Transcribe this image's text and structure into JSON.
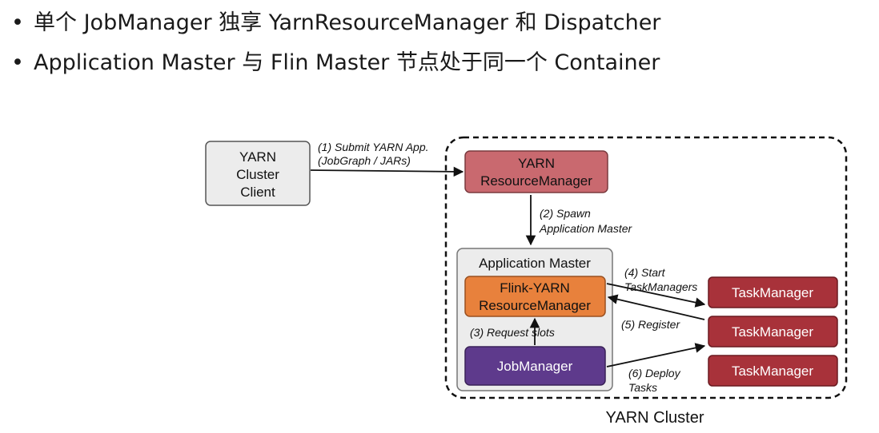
{
  "bullets": [
    {
      "marker": "•",
      "text": "单个 JobManager 独享 YarnResourceManager 和 Dispatcher"
    },
    {
      "marker": "•",
      "text": "Application Master 与 Flin Master 节点处于同一个 Container"
    }
  ],
  "diagram": {
    "client": [
      "YARN",
      "Cluster",
      "Client"
    ],
    "yarn_rm": [
      "YARN",
      "ResourceManager"
    ],
    "app_master_title": "Application Master",
    "flink_rm": [
      "Flink-YARN",
      "ResourceManager"
    ],
    "jobmanager": "JobManager",
    "taskmanagers": [
      "TaskManager",
      "TaskManager",
      "TaskManager"
    ],
    "step1": [
      "(1) Submit YARN App.",
      "(JobGraph / JARs)"
    ],
    "step2": [
      "(2) Spawn",
      "Application Master"
    ],
    "step3": "(3) Request slots",
    "step4": [
      "(4) Start",
      "TaskManagers"
    ],
    "step5": "(5) Register",
    "step6": [
      "(6) Deploy",
      "Tasks"
    ],
    "cluster_label": "YARN Cluster"
  },
  "colors": {
    "client_fill": "#ececec",
    "yarn_rm_fill": "#c9696f",
    "app_master_fill": "#ececec",
    "flink_rm_fill": "#e8813c",
    "jobmanager_fill": "#5e3a8c",
    "taskmanager_fill": "#a8323a"
  }
}
